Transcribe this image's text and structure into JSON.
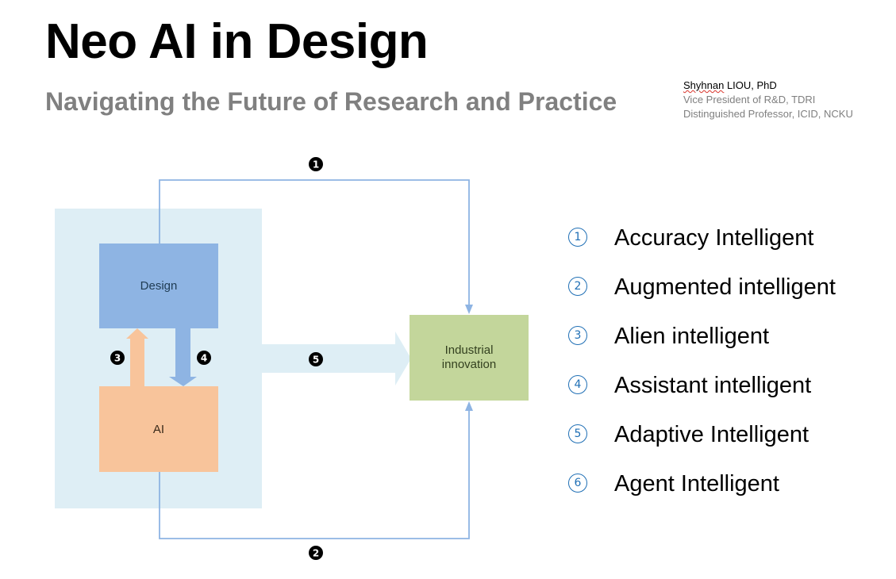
{
  "slide": {
    "title": "Neo AI in Design",
    "subtitle": "Navigating the Future of Research and Practice"
  },
  "author": {
    "name_surname": "Shyhnan",
    "name_rest": " LIOU, PhD",
    "role_1": "Vice President of R&D, TDRI",
    "role_2": "Distinguished Professor, ICID, NCKU"
  },
  "diagram": {
    "design_label": "Design",
    "ai_label": "AI",
    "industrial_label_line1": "Industrial",
    "industrial_label_line2": "innovation",
    "markers": {
      "m1": "1",
      "m2": "2",
      "m3": "3",
      "m4": "4",
      "m5": "5"
    },
    "colors": {
      "panel": "#deeef5",
      "design_box": "#8eb4e3",
      "ai_box": "#f8c49b",
      "industrial_box": "#c3d69b",
      "connector_line": "#8eb4e3",
      "up_arrow": "#f8c49b",
      "down_arrow": "#8eb4e3",
      "big_arrow": "#deeef5"
    }
  },
  "list": {
    "items": [
      {
        "num": "1",
        "label": "Accuracy Intelligent"
      },
      {
        "num": "2",
        "label": "Augmented intelligent"
      },
      {
        "num": "3",
        "label": "Alien intelligent"
      },
      {
        "num": "4",
        "label": "Assistant intelligent"
      },
      {
        "num": "5",
        "label": "Adaptive Intelligent"
      },
      {
        "num": "6",
        "label": "Agent Intelligent"
      }
    ],
    "number_color": "#1f6fb5"
  }
}
